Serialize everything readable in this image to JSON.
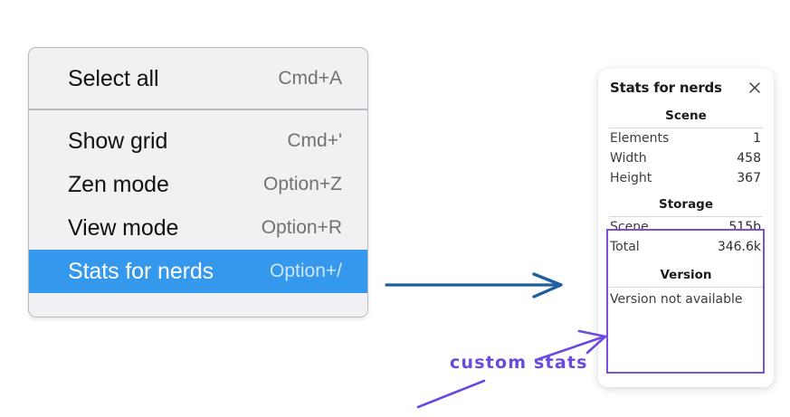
{
  "context_menu": {
    "name": "canvas-context-menu",
    "sections": [
      {
        "items": [
          {
            "label": "Select all",
            "shortcut": "Cmd+A",
            "highlighted": false
          }
        ]
      },
      {
        "items": [
          {
            "label": "Show grid",
            "shortcut": "Cmd+'",
            "highlighted": false
          },
          {
            "label": "Zen mode",
            "shortcut": "Option+Z",
            "highlighted": false
          },
          {
            "label": "View mode",
            "shortcut": "Option+R",
            "highlighted": false
          },
          {
            "label": "Stats for nerds",
            "shortcut": "Option+/",
            "highlighted": true
          }
        ]
      }
    ],
    "highlight_color": "#3498ec"
  },
  "stats_panel": {
    "title": "Stats for nerds",
    "close_icon": "close-icon",
    "sections": [
      {
        "heading": "Scene",
        "rows": [
          {
            "label": "Elements",
            "value": "1"
          },
          {
            "label": "Width",
            "value": "458"
          },
          {
            "label": "Height",
            "value": "367"
          }
        ]
      },
      {
        "heading": "Storage",
        "rows": [
          {
            "label": "Scene",
            "value": "515b"
          },
          {
            "label": "Total",
            "value": "346.6k"
          }
        ]
      },
      {
        "heading": "Version",
        "plain_rows": [
          {
            "text": "Version not available"
          }
        ]
      }
    ]
  },
  "annotations": {
    "custom_stats_label": "custom stats",
    "highlight_box_color": "#7c4fe0",
    "arrow_color_blue": "#1f5fa0",
    "arrow_color_purple": "#6a4ade"
  }
}
